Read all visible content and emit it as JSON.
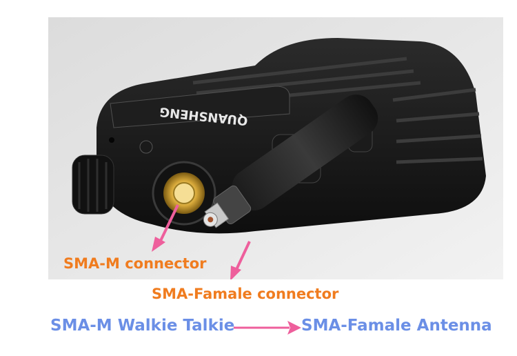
{
  "image": {
    "description_icon": "walkie-talkie-photo",
    "brand_text": "QUANSHENG"
  },
  "annotations": {
    "sma_m": "SMA-M connector",
    "sma_f": "SMA-Famale connector",
    "color": "#f07c1f"
  },
  "caption": {
    "left": "SMA-M Walkie Talkie",
    "right": "SMA-Famale Antenna",
    "color": "#6b8fe6",
    "arrow_color": "#ee5f9c"
  }
}
